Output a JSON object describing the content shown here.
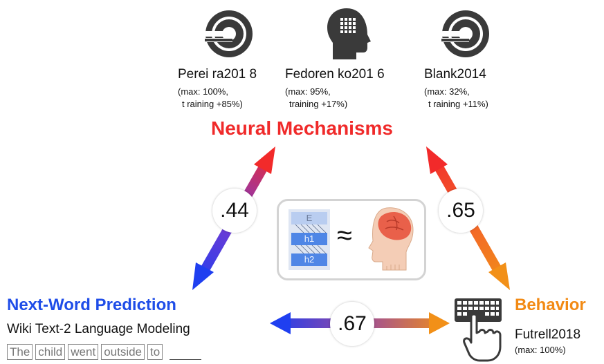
{
  "datasets": [
    {
      "name": "Perei ra201 8",
      "meta1": "(max: 100%,",
      "meta2": "t raining +85%)",
      "icon": "brain-scanner-icon"
    },
    {
      "name": "Fedoren ko201 6",
      "meta1": "(max: 95%,",
      "meta2": "training +17%)",
      "icon": "head-electrode-icon"
    },
    {
      "name": "Blank2014",
      "meta1": "(max: 32%,",
      "meta2": "t raining +11%)",
      "icon": "brain-scanner-icon"
    }
  ],
  "neural_title": "Neural Mechanisms",
  "correlations": {
    "left": ".44",
    "right": ".65",
    "bottom": ".67"
  },
  "model": {
    "layers": [
      "E",
      "h1",
      "h2"
    ],
    "approx": "≈"
  },
  "next_word": {
    "title": "Next-Word Prediction",
    "subtitle": "Wiki Text-2 Language Modeling",
    "tokens": [
      "The",
      "child",
      "went",
      "outside",
      "to"
    ]
  },
  "behavior": {
    "title": "Behavior",
    "dataset": "Futrell2018",
    "meta": "(max: 100%)",
    "icon": "keyboard-typing-icon"
  },
  "colors": {
    "neural": "#f02a2a",
    "next_word": "#1f4de8",
    "behavior": "#f28a14"
  }
}
